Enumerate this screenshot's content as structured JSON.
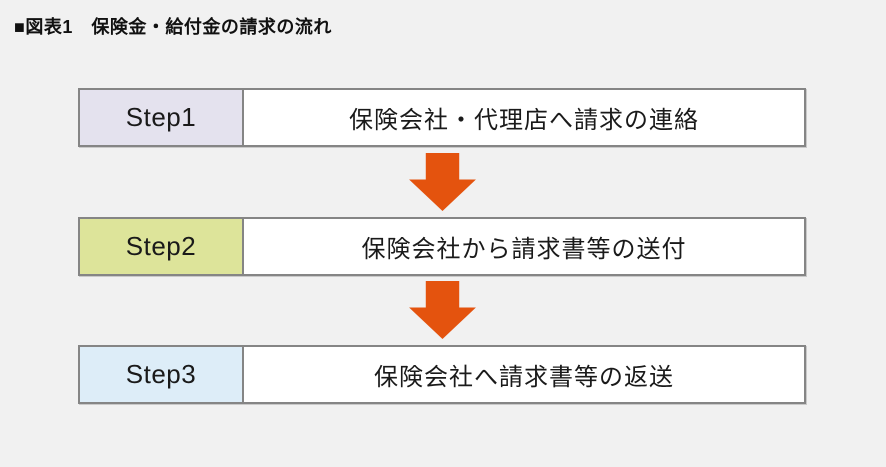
{
  "page": {
    "background": "#f1f1f1",
    "title": "■図表1　保険金・給付金の請求の流れ"
  },
  "flow": {
    "steps": [
      {
        "label": "Step1",
        "label_bg": "#e4e2ee",
        "text": "保険会社・代理店へ請求の連絡"
      },
      {
        "label": "Step2",
        "label_bg": "#dde49a",
        "text": "保険会社から請求書等の送付"
      },
      {
        "label": "Step3",
        "label_bg": "#ddedf8",
        "text": "保険会社へ請求書等の返送"
      }
    ],
    "arrow": {
      "color": "#e4530e"
    }
  }
}
